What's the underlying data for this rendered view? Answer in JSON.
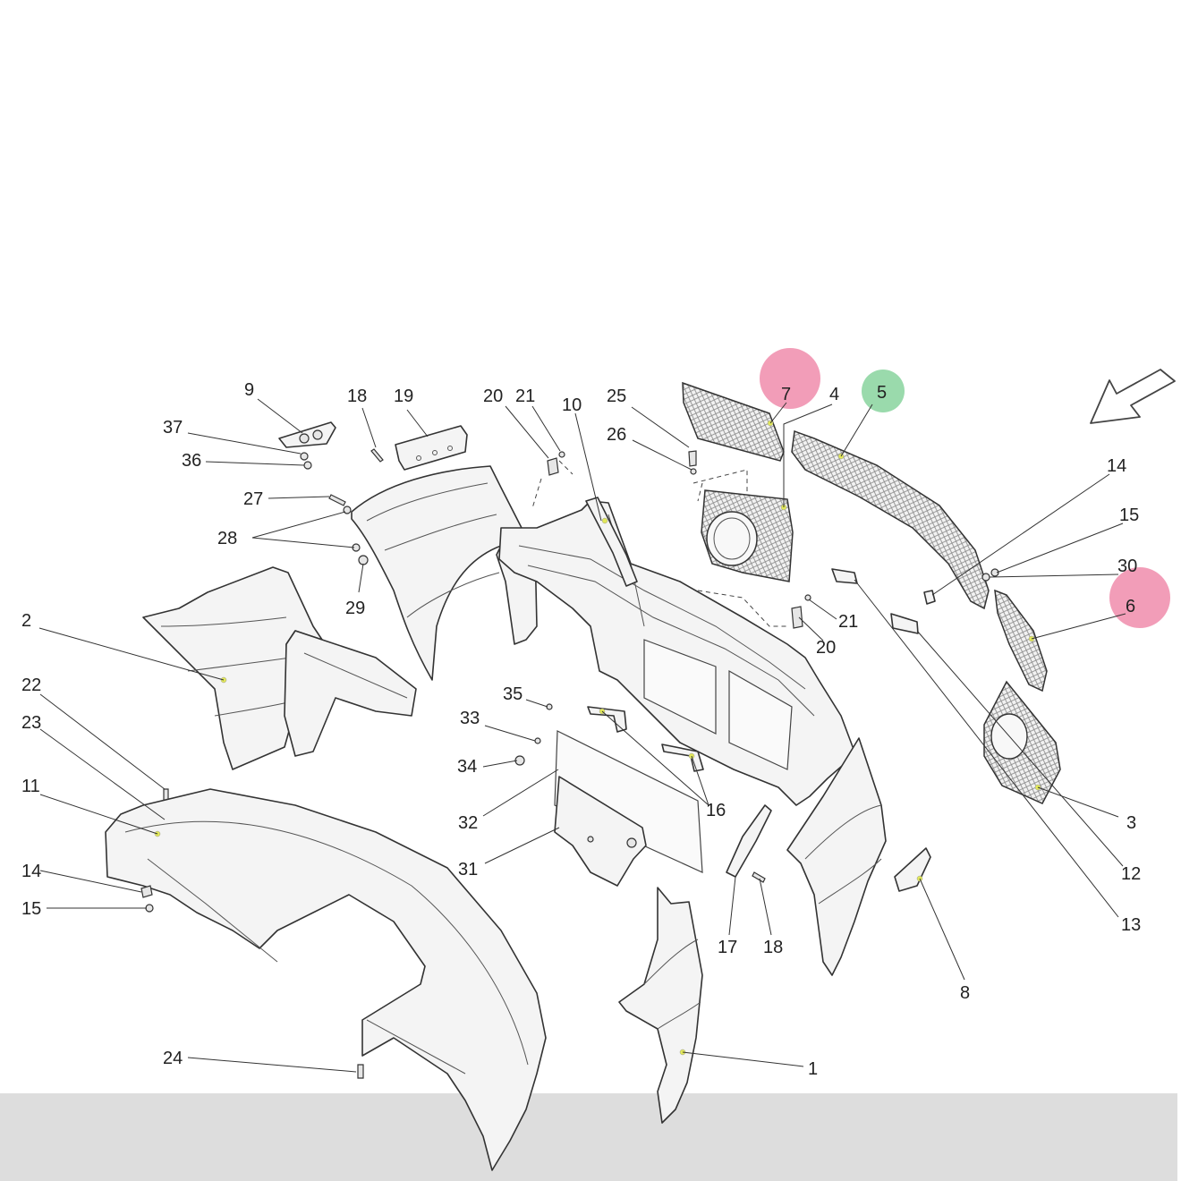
{
  "diagram": {
    "callouts": [
      {
        "id": "c9",
        "label": "9"
      },
      {
        "id": "c18a",
        "label": "18"
      },
      {
        "id": "c19",
        "label": "19"
      },
      {
        "id": "c20a",
        "label": "20"
      },
      {
        "id": "c21a",
        "label": "21"
      },
      {
        "id": "c10",
        "label": "10"
      },
      {
        "id": "c25",
        "label": "25"
      },
      {
        "id": "c7",
        "label": "7",
        "highlight": "#f08cab"
      },
      {
        "id": "c4",
        "label": "4"
      },
      {
        "id": "c5",
        "label": "5",
        "highlight": "#8fd6a3"
      },
      {
        "id": "c37",
        "label": "37"
      },
      {
        "id": "c36",
        "label": "36"
      },
      {
        "id": "c26",
        "label": "26"
      },
      {
        "id": "c14a",
        "label": "14"
      },
      {
        "id": "c27",
        "label": "27"
      },
      {
        "id": "c15a",
        "label": "15"
      },
      {
        "id": "c28",
        "label": "28"
      },
      {
        "id": "c30",
        "label": "30"
      },
      {
        "id": "c29",
        "label": "29"
      },
      {
        "id": "c6",
        "label": "6",
        "highlight": "#f08cab"
      },
      {
        "id": "c2",
        "label": "2"
      },
      {
        "id": "c21b",
        "label": "21"
      },
      {
        "id": "c20b",
        "label": "20"
      },
      {
        "id": "c22",
        "label": "22"
      },
      {
        "id": "c35",
        "label": "35"
      },
      {
        "id": "c23",
        "label": "23"
      },
      {
        "id": "c33",
        "label": "33"
      },
      {
        "id": "c34",
        "label": "34"
      },
      {
        "id": "c11",
        "label": "11"
      },
      {
        "id": "c16",
        "label": "16"
      },
      {
        "id": "c3",
        "label": "3"
      },
      {
        "id": "c32",
        "label": "32"
      },
      {
        "id": "c31",
        "label": "31"
      },
      {
        "id": "c12",
        "label": "12"
      },
      {
        "id": "c14b",
        "label": "14"
      },
      {
        "id": "c15b",
        "label": "15"
      },
      {
        "id": "c13",
        "label": "13"
      },
      {
        "id": "c17",
        "label": "17"
      },
      {
        "id": "c18b",
        "label": "18"
      },
      {
        "id": "c8",
        "label": "8"
      },
      {
        "id": "c24",
        "label": "24"
      },
      {
        "id": "c1",
        "label": "1"
      }
    ],
    "direction_arrow_icon": "arrow-down-left-icon",
    "colors": {
      "highlight_pink": "#f08cab",
      "highlight_green": "#8fd6a3",
      "footer_band": "#dddddd",
      "marker_dot": "#e2e85a"
    }
  }
}
